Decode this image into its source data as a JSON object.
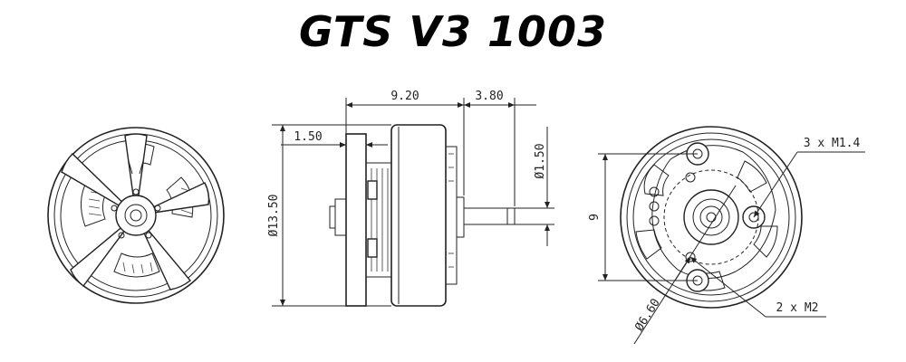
{
  "title": "GTS V3 1003",
  "dimensions": {
    "body_length": "9.20",
    "shaft_length": "3.80",
    "flange_thickness": "1.50",
    "shaft_diameter": "Ø1.50",
    "body_diameter": "Ø13.50",
    "mount_spacing": "9",
    "bolt_circle": "Ø6.60"
  },
  "callouts": {
    "m14_holes": "3 x M1.4",
    "m2_holes": "2 x M2"
  }
}
